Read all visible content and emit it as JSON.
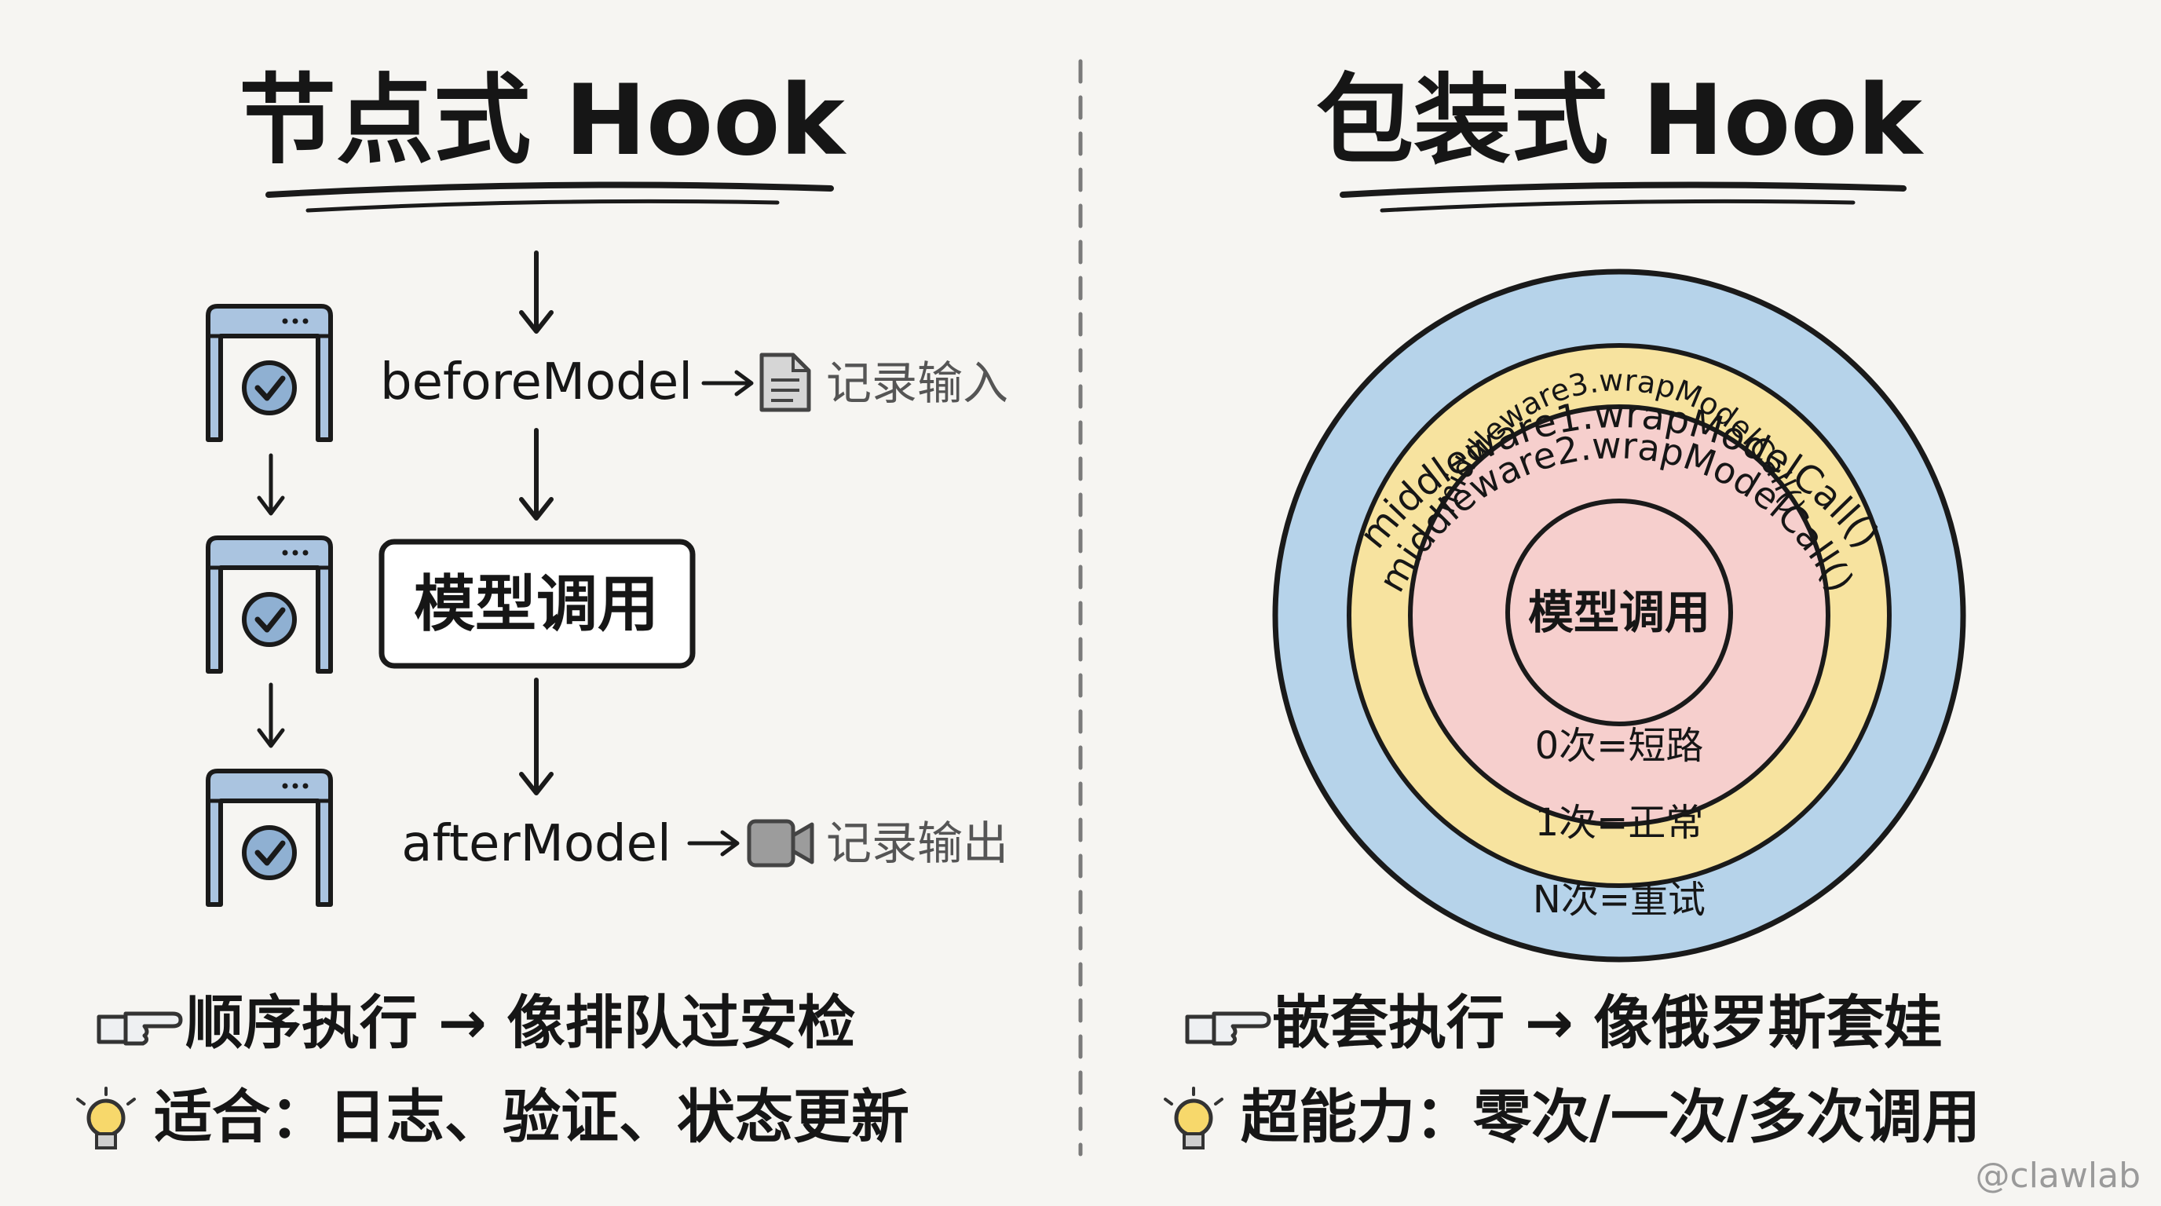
{
  "left_panel": {
    "title": "节点式 Hook",
    "before_label": "beforeModel",
    "before_note": "记录输入",
    "model_call_label": "模型调用",
    "after_label": "afterModel",
    "after_note": "记录输出",
    "summary_line": "顺序执行 → 像排队过安检",
    "tip_line": "适合：日志、验证、状态更新"
  },
  "right_panel": {
    "title": "包装式 Hook",
    "ring_outer_label": "middleware1.wrapModelCall()",
    "ring_middle_label": "middleware2.wrapModelCall()",
    "ring_inner_label": "middleware3.wrapModelCall()",
    "core_label": "模型调用",
    "count_zero": "0次=短路",
    "count_one": "1次=正常",
    "count_n": "N次=重试",
    "summary_line": "嵌套执行 → 像俄罗斯套娃",
    "tip_line": "超能力：零次/一次/多次调用"
  },
  "watermark": "@clawlab",
  "colors": {
    "ring_outer": "#b6d3ea",
    "ring_middle": "#f7e39f",
    "ring_inner": "#f6cfcd",
    "gate_fill": "#aac4e0",
    "check_fill": "#8fb0d2",
    "ink": "#1a1a1a",
    "note_gray": "#555555",
    "background": "#f6f5f2"
  },
  "icons": {
    "gate": "security-gate-icon",
    "check": "check-circle-icon",
    "document": "document-icon",
    "camera": "video-camera-icon",
    "pointer": "pointing-hand-icon",
    "bulb": "light-bulb-icon"
  }
}
